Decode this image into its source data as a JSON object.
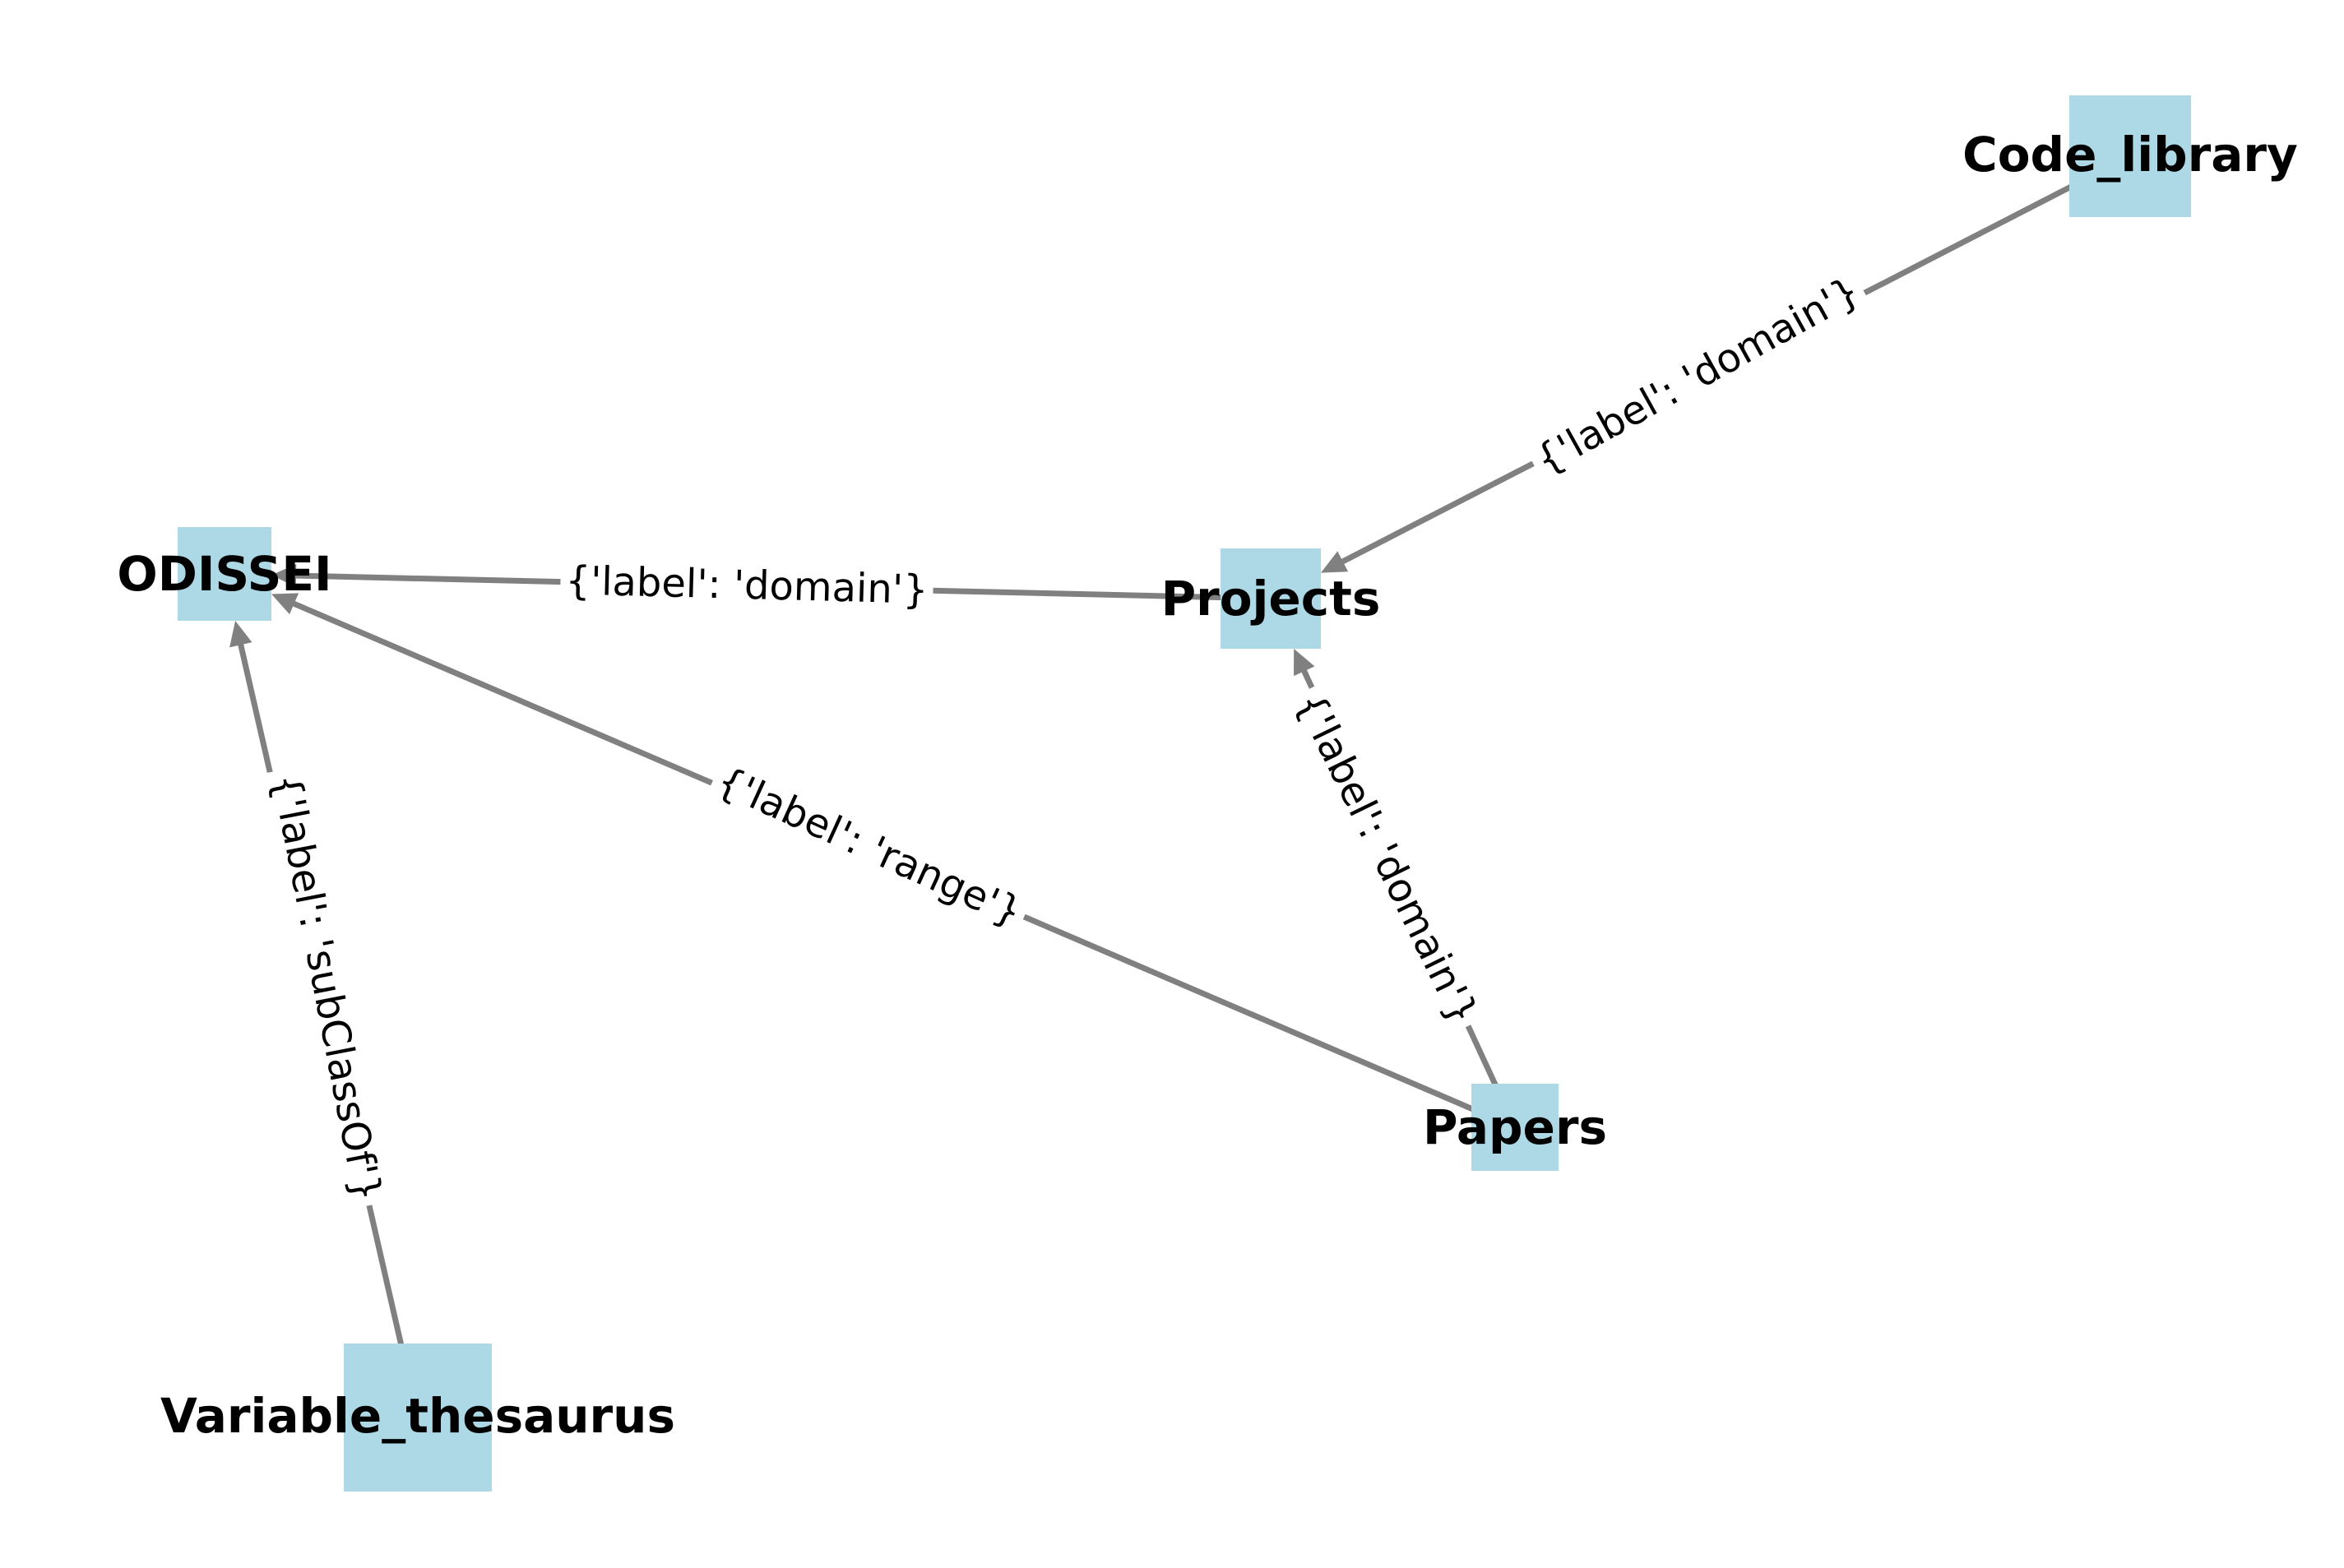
{
  "diagram": {
    "type": "directed-graph",
    "colors": {
      "node_fill": "#add8e6",
      "edge": "#808080",
      "text": "#000000",
      "background": "#ffffff"
    },
    "nodes": [
      {
        "id": "odissei",
        "label": "ODISSEI"
      },
      {
        "id": "projects",
        "label": "Projects"
      },
      {
        "id": "code_library",
        "label": "Code_library"
      },
      {
        "id": "papers",
        "label": "Papers"
      },
      {
        "id": "variable_thesaurus",
        "label": "Variable_thesaurus"
      }
    ],
    "edges": [
      {
        "from": "projects",
        "to": "odissei",
        "label": "{'label': 'domain'}"
      },
      {
        "from": "code_library",
        "to": "projects",
        "label": "{'label': 'domain'}"
      },
      {
        "from": "papers",
        "to": "projects",
        "label": "{'label': 'domain'}"
      },
      {
        "from": "papers",
        "to": "odissei",
        "label": "{'label': 'range'}"
      },
      {
        "from": "variable_thesaurus",
        "to": "odissei",
        "label": "{'label': 'subClassOf'}"
      }
    ]
  }
}
